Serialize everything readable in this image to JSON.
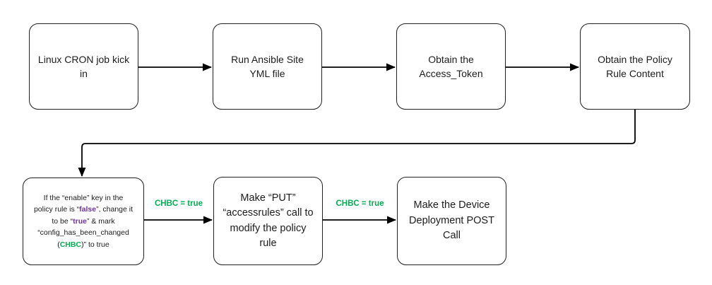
{
  "colors": {
    "line": "#000000",
    "text": "#1c1c1c",
    "purple": "#7030A0",
    "green": "#00B050",
    "background": "#ffffff"
  },
  "nodes": [
    {
      "id": "linux-cron-job",
      "lines": [
        "Linux CRON job kick",
        "in"
      ]
    },
    {
      "id": "run-ansible-site-yml",
      "lines": [
        "Run Ansible Site",
        "YML file"
      ]
    },
    {
      "id": "obtain-access-token",
      "lines": [
        "Obtain the",
        "Access_Token"
      ]
    },
    {
      "id": "obtain-policy-rule",
      "lines": [
        "Obtain the Policy",
        "Rule Content"
      ]
    },
    {
      "id": "enable-key-change",
      "rich_lines": [
        [
          {
            "t": "If the “enable” key in the"
          }
        ],
        [
          {
            "t": "policy rule is “"
          },
          {
            "t": "false",
            "c": "purple",
            "b": true
          },
          {
            "t": "”, change it"
          }
        ],
        [
          {
            "t": "to be “"
          },
          {
            "t": "true",
            "c": "purple",
            "b": true
          },
          {
            "t": "” & mark"
          }
        ],
        [
          {
            "t": "“config_has_been_changed"
          }
        ],
        [
          {
            "t": "("
          },
          {
            "t": "CHBC",
            "c": "green",
            "b": true
          },
          {
            "t": ")” to true"
          }
        ]
      ]
    },
    {
      "id": "make-put-accessrules",
      "lines": [
        "Make “PUT”",
        "“accessrules” call to",
        "modify the policy",
        "rule"
      ]
    },
    {
      "id": "device-deployment-post",
      "lines": [
        "Make the Device",
        "Deployment POST",
        "Call"
      ]
    }
  ],
  "edge_labels": [
    {
      "text": "CHBC = true"
    },
    {
      "text": "CHBC = true"
    }
  ]
}
